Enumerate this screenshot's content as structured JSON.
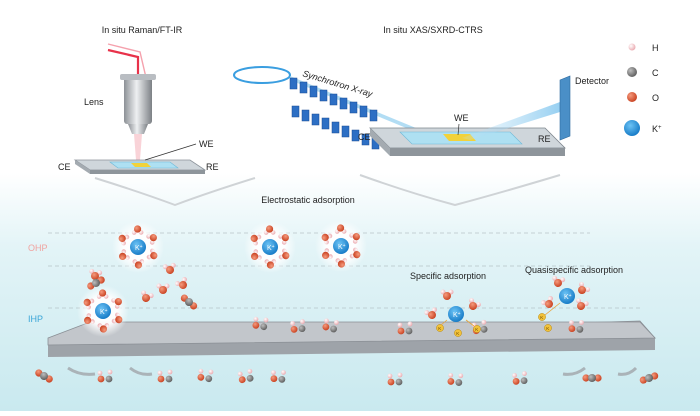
{
  "titles": {
    "left": "In situ Raman/FT-IR",
    "right": "In situ XAS/SXRD-CTRS"
  },
  "left_setup": {
    "lens": "Lens",
    "we": "WE",
    "ce": "CE",
    "re": "RE"
  },
  "right_setup": {
    "xray": "Synchrotron X-ray",
    "detector": "Detector",
    "we": "WE",
    "ce": "CE",
    "re": "RE"
  },
  "legend": [
    {
      "label": "H",
      "color": "#f4c6c9"
    },
    {
      "label": "C",
      "color": "#8a8a8a"
    },
    {
      "label": "O",
      "color": "#e05a3a"
    },
    {
      "label": "K",
      "sup": "+",
      "color": "#1f8fd8"
    }
  ],
  "layers": {
    "ohp": "OHP",
    "ihp": "IHP"
  },
  "adsorption": {
    "electrostatic": "Electrostatic adsorption",
    "specific": "Specific adsorption",
    "quasispecific": "Quasispecific  adsorption"
  },
  "ion": {
    "label": "K",
    "sup": "+"
  },
  "small_ion": "K",
  "colors": {
    "potassium": "#1f8fd8",
    "oxygen": "#e05a3a",
    "hydrogen": "#f4c6c9",
    "carbon": "#8a8a8a",
    "laser": "#e8324a",
    "electrode_top": "#b9bcc2",
    "solution": "#d6eff4"
  }
}
